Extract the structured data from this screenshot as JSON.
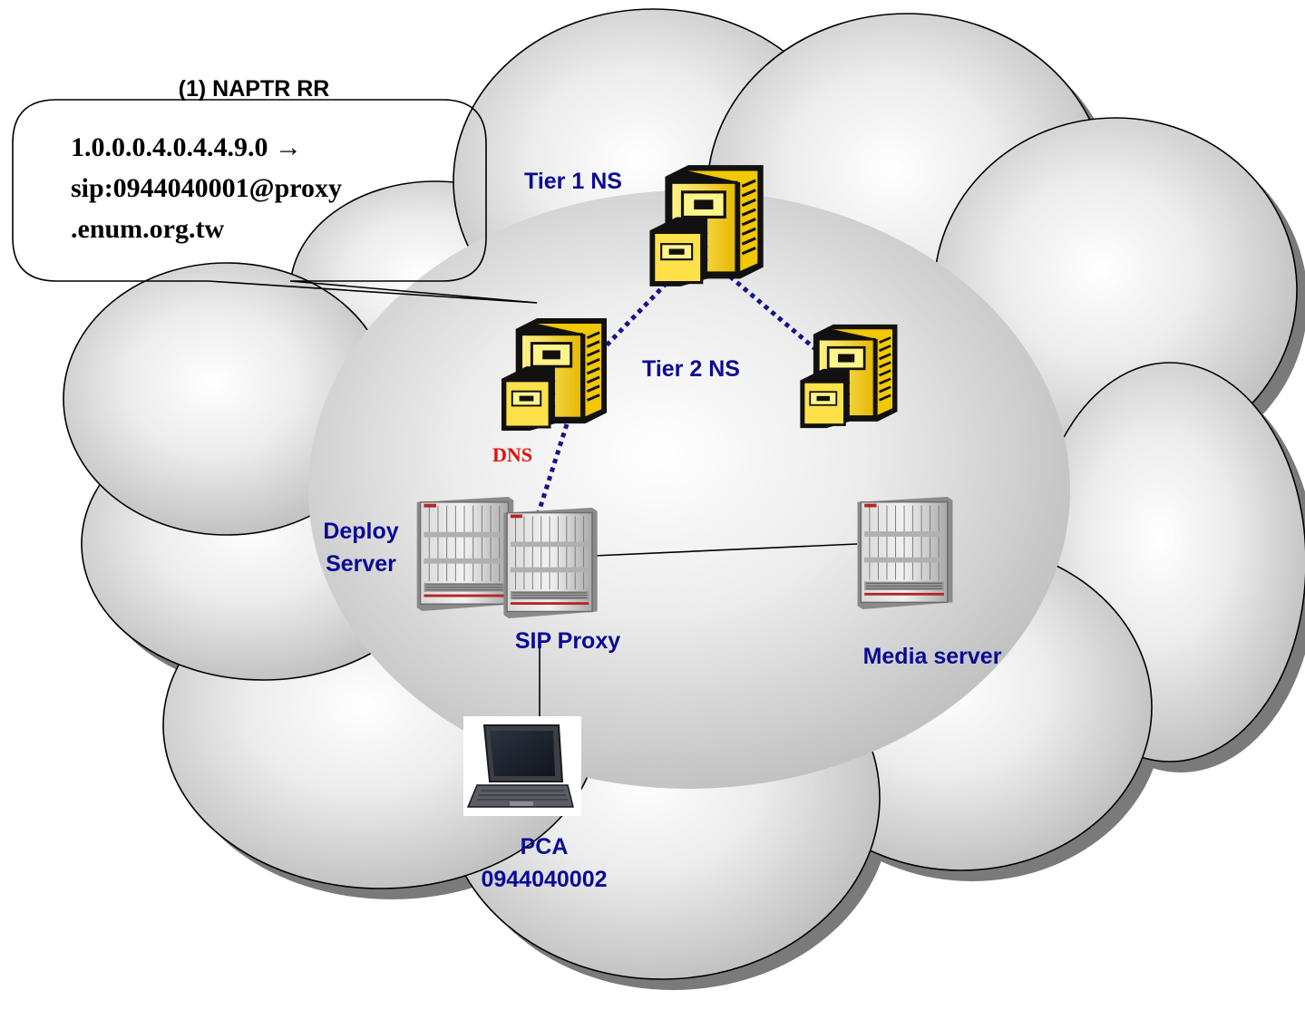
{
  "callout": {
    "title": "(1) NAPTR RR",
    "line1": "1.0.0.0.4.0.4.4.9.0 →",
    "line2": "sip:0944040001@proxy",
    "line3": ".enum.org.tw"
  },
  "labels": {
    "tier1": "Tier 1 NS",
    "tier2": "Tier 2 NS",
    "dns": "DNS",
    "deploy1": "Deploy",
    "deploy2": "Server",
    "sip_proxy": "SIP Proxy",
    "media_server": "Media server",
    "pca_name": "PCA",
    "pca_number": "0944040002"
  },
  "colors": {
    "label": "#0a0a96",
    "dns_label": "#e01010",
    "cloud_fill_center": "#ffffff",
    "cloud_fill_edge": "#c4c4c4",
    "cabinet": "#f2c800",
    "link_dotted": "#14148c"
  }
}
